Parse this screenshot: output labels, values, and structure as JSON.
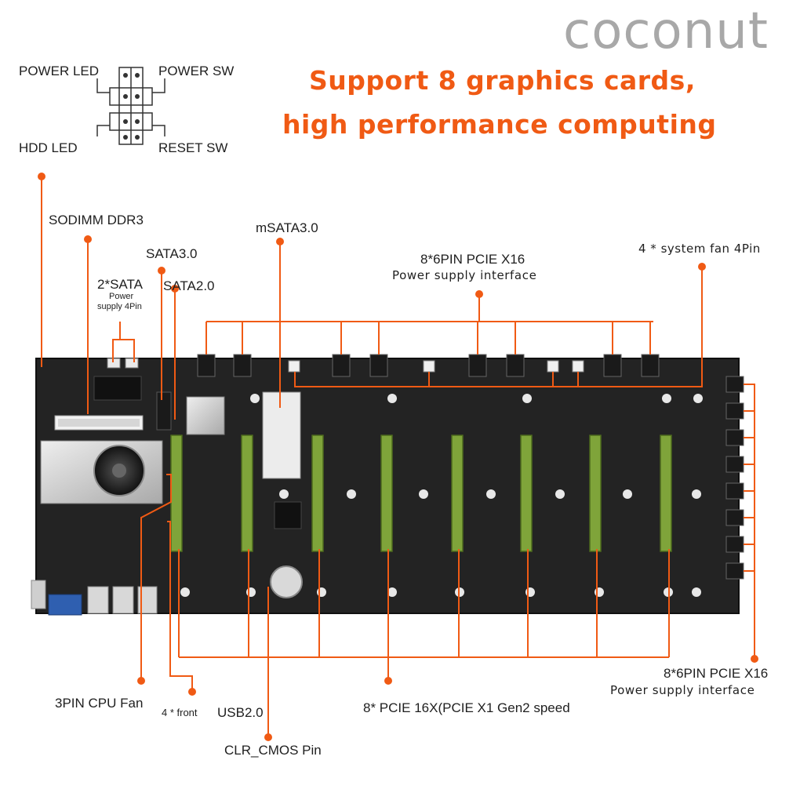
{
  "brand": "coconut",
  "headline": {
    "line1": "Support 8 graphics cards,",
    "line2": "high performance computing"
  },
  "front_panel": {
    "power_led": "POWER LED",
    "power_sw": "POWER SW",
    "hdd_led": "HDD  LED",
    "reset_sw": "RESET SW"
  },
  "callouts": {
    "sodimm": "SODIMM DDR3",
    "sata3": "SATA3.0",
    "msata": "mSATA3.0",
    "sata_power_title": "2*SATA",
    "sata_power_sub1": "Power",
    "sata_power_sub2": "supply 4Pin",
    "sata2": "SATA2.0",
    "pcie_power_top_title": "8*6PIN PCIE X16",
    "pcie_power_top_sub": "Power supply interface",
    "system_fan": "4 * system fan 4Pin",
    "pcie_power_right_title": "8*6PIN PCIE X16",
    "pcie_power_right_sub": "Power supply interface",
    "cpu_fan": "3PIN CPU Fan",
    "usb_prefix": "4 * front",
    "usb_main": "USB2.0",
    "pcie_slots": "8* PCIE 16X(PCIE X1 Gen2 speed",
    "clr_cmos": "CLR_CMOS Pin"
  },
  "colors": {
    "accent": "#f05a14",
    "board": "#222222",
    "slot": "#7fa43a",
    "brand": "#a8a8a8"
  }
}
